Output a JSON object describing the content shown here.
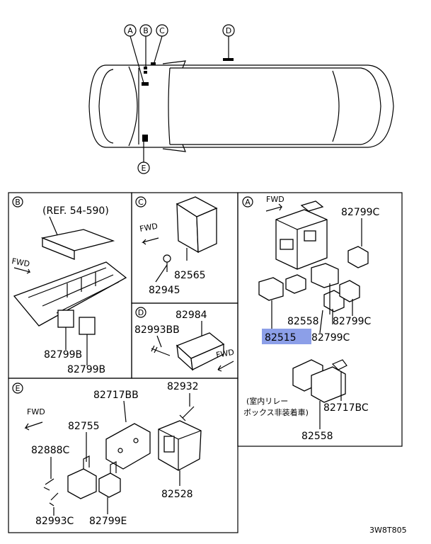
{
  "top_view": {
    "callouts": [
      "A",
      "B",
      "C",
      "D",
      "E"
    ]
  },
  "panel_b": {
    "letter": "B",
    "ref": "(REF. 54-590)",
    "fwd": "FWD",
    "parts": [
      "82799B",
      "82799B"
    ]
  },
  "panel_c": {
    "letter": "C",
    "fwd": "FWD",
    "parts": [
      "82565",
      "82945"
    ]
  },
  "panel_d": {
    "letter": "D",
    "fwd": "FWD",
    "parts": [
      "82984",
      "82993BB"
    ]
  },
  "panel_a": {
    "letter": "A",
    "fwd": "FWD",
    "parts": [
      "82799C",
      "82558",
      "82799C",
      "82515",
      "82799C",
      "82717BC",
      "82558"
    ],
    "note_line1": "(室内リレー",
    "note_line2": "ボックス非装着車)",
    "highlight_color": "#8c9fe8"
  },
  "panel_e": {
    "letter": "E",
    "fwd": "FWD",
    "parts": [
      "82717BB",
      "82932",
      "82755",
      "82888C",
      "82528",
      "82993C",
      "82799E"
    ]
  },
  "footer_code": "3W8T805"
}
